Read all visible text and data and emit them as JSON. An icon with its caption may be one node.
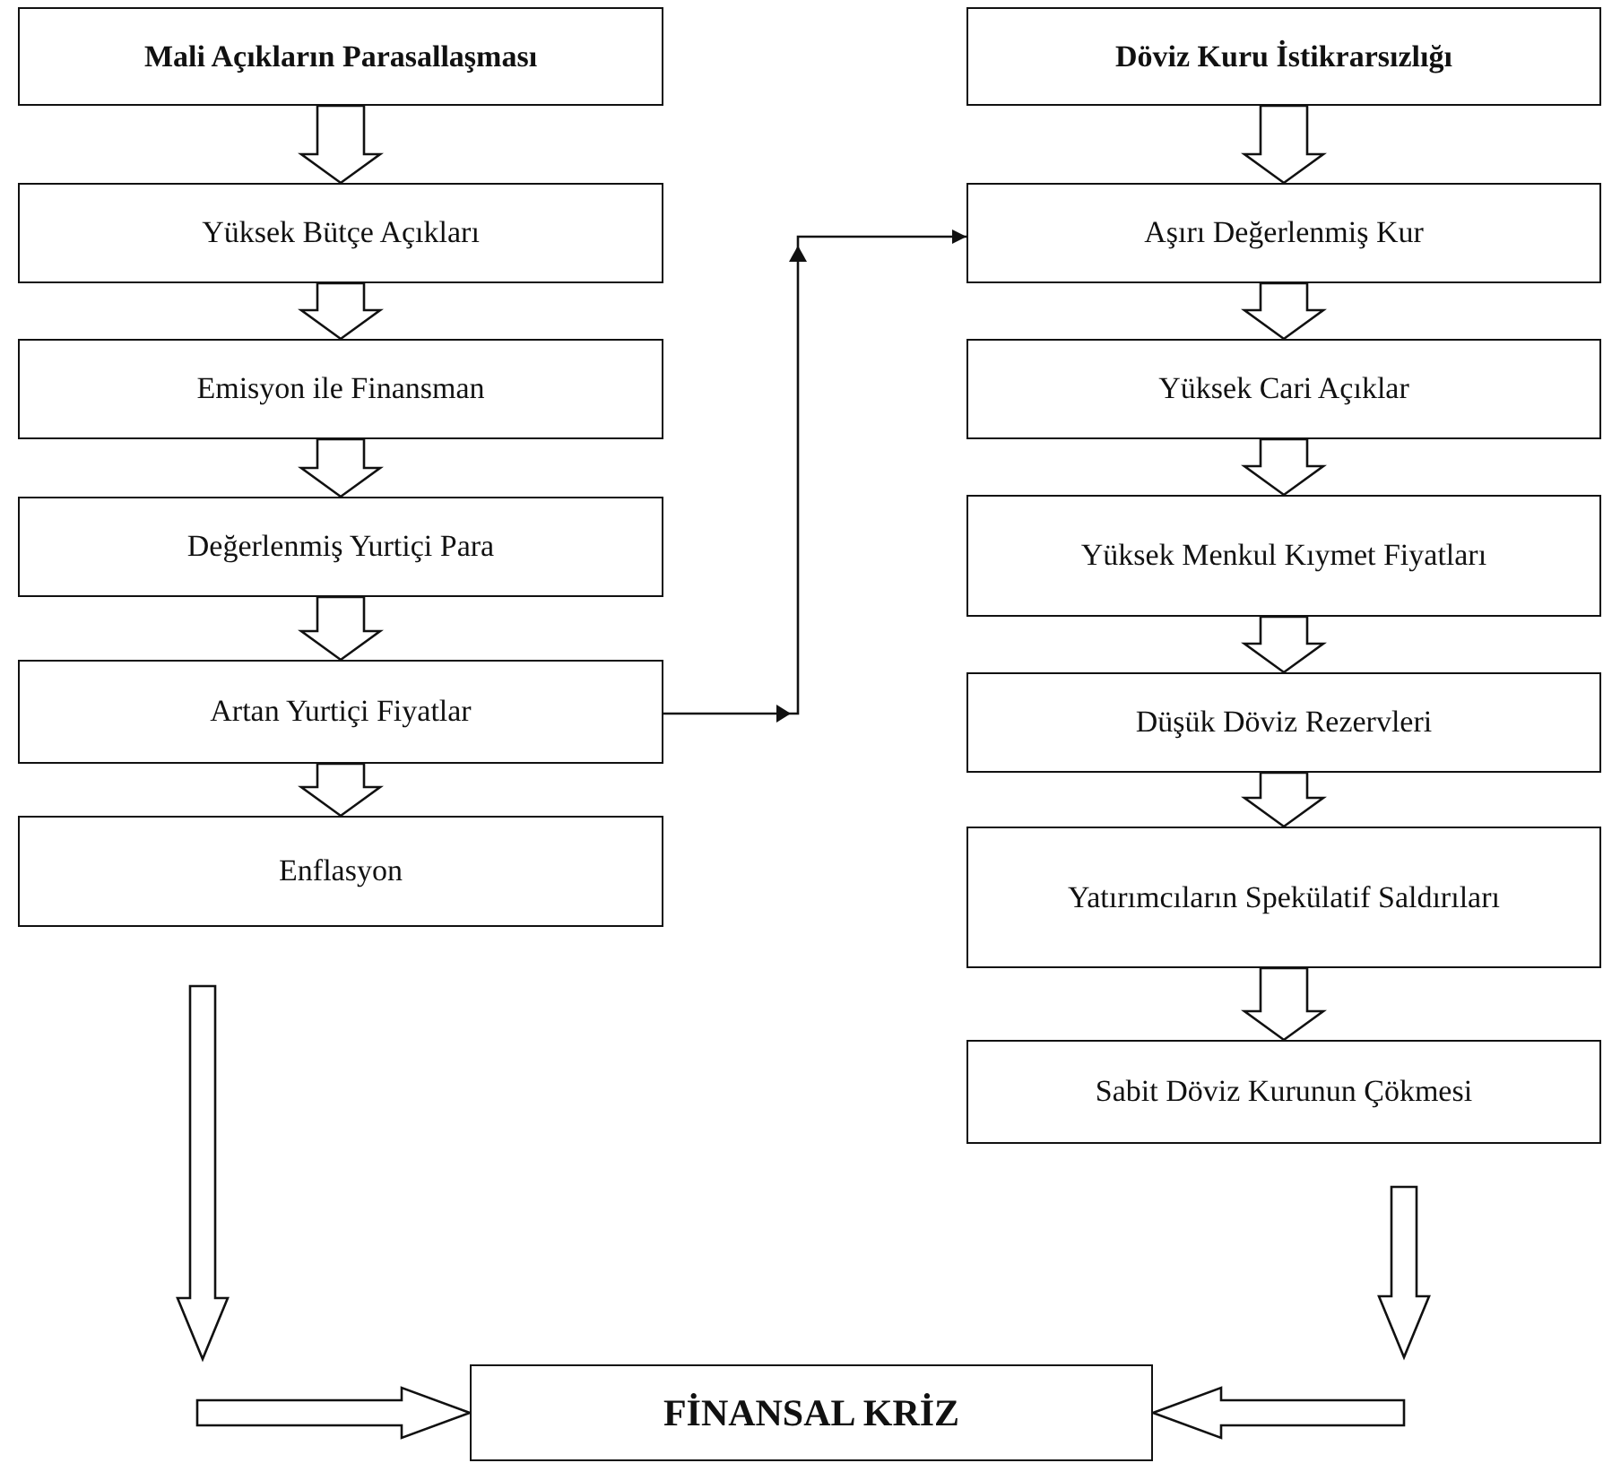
{
  "diagram": {
    "nodes": [
      {
        "text": [
          "Mali Açıkların Parasallaşması"
        ]
      },
      {
        "text": [
          "Yüksek Bütçe Açıkları"
        ]
      },
      {
        "text": [
          "Emisyon ile Finansman"
        ]
      },
      {
        "text": [
          "Değerlenmiş Yurtiçi Para"
        ]
      },
      {
        "text": [
          "Artan Yurtiçi Fiyatlar"
        ]
      },
      {
        "text": [
          "Enflasyon"
        ]
      },
      {
        "text": [
          "Döviz Kuru İstikrarsızlığı"
        ]
      },
      {
        "text": [
          "Aşırı Değerlenmiş Kur"
        ]
      },
      {
        "text": [
          "Yüksek Cari Açıklar"
        ]
      },
      {
        "text": [
          "Yüksek Menkul Kıymet Fiyatları"
        ]
      },
      {
        "text": [
          "Düşük Döviz Rezervleri"
        ]
      },
      {
        "text": [
          "Yatırımcıların Spekülatif Saldırıları"
        ]
      },
      {
        "text": [
          "Sabit Döviz Kurunun Çökmesi"
        ]
      },
      {
        "text": [
          "FİNANSAL KRİZ"
        ]
      }
    ],
    "edges": [
      {
        "from": 0,
        "to": 1,
        "arrow": "to"
      },
      {
        "from": 1,
        "to": 2,
        "arrow": "to"
      },
      {
        "from": 2,
        "to": 3,
        "arrow": "to"
      },
      {
        "from": 3,
        "to": 4,
        "arrow": "to"
      },
      {
        "from": 4,
        "to": 5,
        "arrow": "to"
      },
      {
        "from": 6,
        "to": 7,
        "arrow": "to"
      },
      {
        "from": 7,
        "to": 8,
        "arrow": "to"
      },
      {
        "from": 8,
        "to": 9,
        "arrow": "to"
      },
      {
        "from": 9,
        "to": 10,
        "arrow": "to"
      },
      {
        "from": 10,
        "to": 11,
        "arrow": "to"
      },
      {
        "from": 11,
        "to": 12,
        "arrow": "to"
      },
      {
        "from": 4,
        "to": 7,
        "arrow": "to"
      },
      {
        "from": 5,
        "to": 13,
        "arrow": "to"
      },
      {
        "from": 12,
        "to": 13,
        "arrow": "to"
      }
    ]
  }
}
